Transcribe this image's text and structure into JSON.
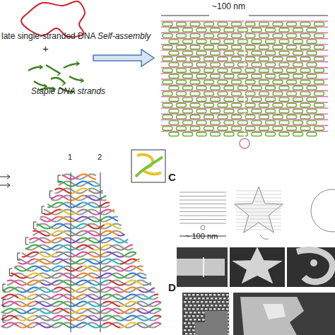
{
  "diagram": {
    "labels": [
      "late single-stranded DNA",
      "+",
      "Staple DNA strands",
      "Self-assembly",
      "~100 nm",
      "1",
      "2",
      "C",
      "~ 100 nm",
      "D"
    ]
  }
}
